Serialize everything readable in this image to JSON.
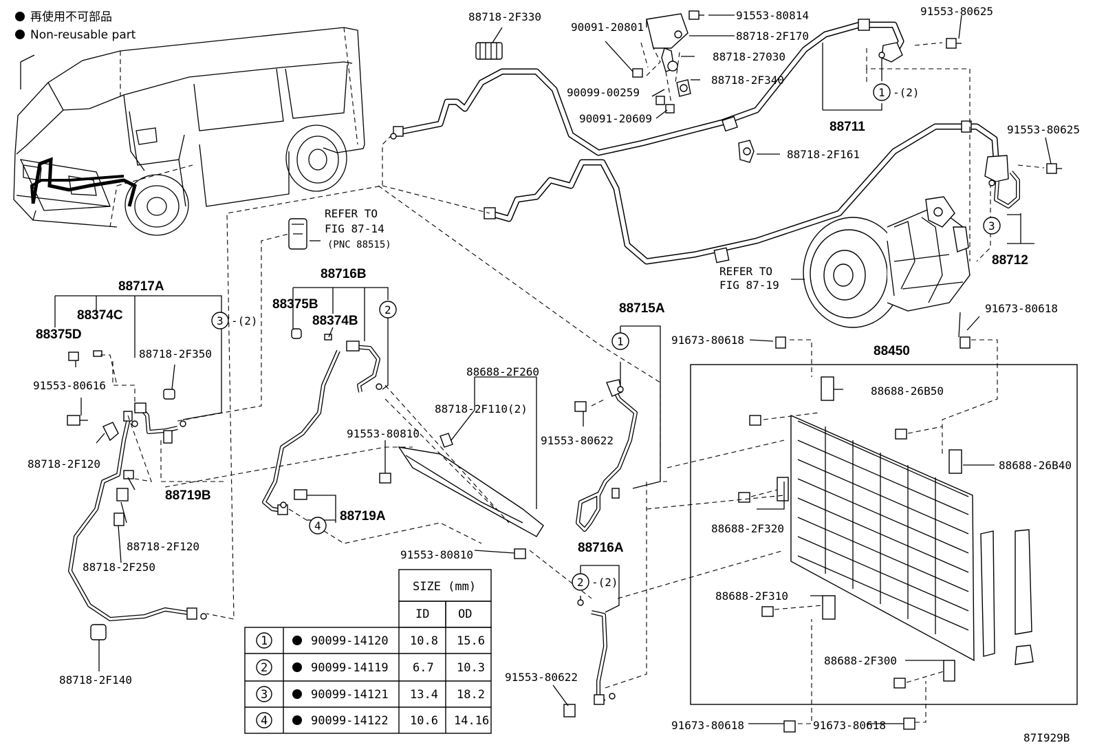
{
  "legend": {
    "jp": "再使用不可部品",
    "en": "Non-reusable part"
  },
  "figure_id": "87I929B",
  "labels": {
    "p88718_2F330": "88718-2F330",
    "p90091_20801": "90091-20801",
    "p91553_80814": "91553-80814",
    "p91553_80625_a": "91553-80625",
    "p88718_2F170": "88718-2F170",
    "p88718_27030": "88718-27030",
    "p90099_00259": "90099-00259",
    "p88718_2F340": "88718-2F340",
    "p90091_20609": "90091-20609",
    "p88711": "88711",
    "p88718_2F161": "88718-2F161",
    "p91553_80625_b": "91553-80625",
    "p88712": "88712",
    "refer_1419_a": "REFER TO",
    "refer_1419_b": "FIG 87-19",
    "refer_1414_a": "REFER TO",
    "refer_1414_b": "FIG 87-14",
    "refer_1414_c": "(PNC 88515)",
    "p88717A": "88717A",
    "p88374C": "88374C",
    "p88375D": "88375D",
    "p88718_2F350": "88718-2F350",
    "p91553_80616": "91553-80616",
    "p88718_2F120_a": "88718-2F120",
    "p88719B": "88719B",
    "p88718_2F120_b": "88718-2F120",
    "p88718_2F250": "88718-2F250",
    "p88718_2F140": "88718-2F140",
    "p88716B": "88716B",
    "p88375B": "88375B",
    "p88374B": "88374B",
    "p88688_2F260": "88688-2F260",
    "p88718_2F110": "88718-2F110(2)",
    "p91553_80810_a": "91553-80810",
    "p88719A": "88719A",
    "p91553_80810_b": "91553-80810",
    "p88715A": "88715A",
    "p91553_80622_a": "91553-80622",
    "p88716A": "88716A",
    "p91553_80622_b": "91553-80622",
    "p91673_80618_a": "91673-80618",
    "p91673_80618_b": "91673-80618",
    "p91673_80618_c": "91673-80618",
    "p91673_80618_d": "91673-80618",
    "p88450": "88450",
    "p88688_26B50": "88688-26B50",
    "p88688_26B40": "88688-26B40",
    "p88688_2F320": "88688-2F320",
    "p88688_2F310": "88688-2F310",
    "p88688_2F300": "88688-2F300"
  },
  "callouts": {
    "c1": "1",
    "c1_qty": "-(2)",
    "c3_top": "3",
    "c3_left": "3",
    "c3_left_qty": "-(2)",
    "c2_b": "2",
    "c4": "4",
    "c1_a": "1",
    "c2_a": "2",
    "c2_a_qty": "-(2)"
  },
  "size_table": {
    "title": "SIZE (mm)",
    "col_id": "ID",
    "col_od": "OD",
    "rows": [
      {
        "ref": "1",
        "part": "90099-14120",
        "id": "10.8",
        "od": "15.6"
      },
      {
        "ref": "2",
        "part": "90099-14119",
        "id": "6.7",
        "od": "10.3"
      },
      {
        "ref": "3",
        "part": "90099-14121",
        "id": "13.4",
        "od": "18.2"
      },
      {
        "ref": "4",
        "part": "90099-14122",
        "id": "10.6",
        "od": "14.16"
      }
    ]
  }
}
